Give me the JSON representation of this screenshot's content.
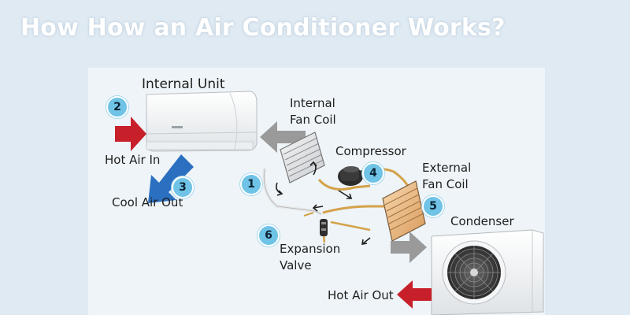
{
  "title": "How How an Air Conditioner Works?",
  "labels": {
    "internal_unit": "Internal Unit",
    "internal_fan_coil_line1": "Internal",
    "internal_fan_coil_line2": "Fan Coil",
    "compressor": "Compressor",
    "external_fan_coil_line1": "External",
    "external_fan_coil_line2": "Fan Coil",
    "condenser": "Condenser",
    "hot_air_in": "Hot Air In",
    "cool_air_out": "Cool Air Out",
    "expansion_valve_line1": "Expansion",
    "expansion_valve_line2": "Valve",
    "hot_air_out": "Hot Air Out"
  },
  "steps": [
    "1",
    "2",
    "3",
    "4",
    "5",
    "6"
  ],
  "colors": {
    "background": "#dfeaf3",
    "badge": "#6fc3e6",
    "hot_arrow": "#c8202a",
    "cool_arrow": "#2b6fc0",
    "flow_arrow": "#9a9a9a"
  }
}
